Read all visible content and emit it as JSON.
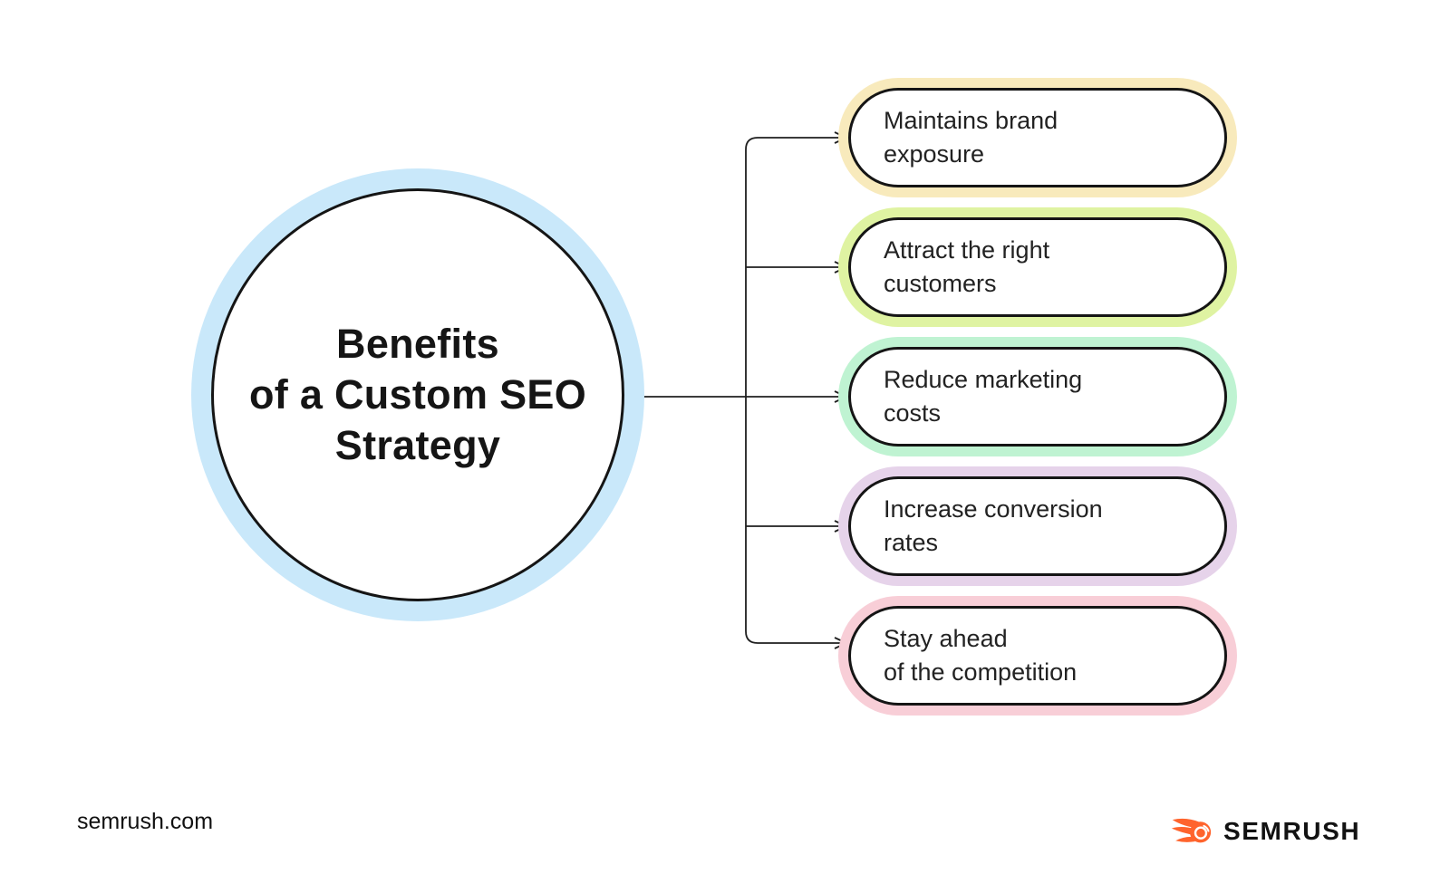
{
  "page": {
    "background": "#ffffff"
  },
  "diagram": {
    "center_node": {
      "title": "Benefits\nof a Custom SEO\nStrategy",
      "halo_color": "#C9E8FA"
    },
    "connector_color": "#1f1f1f",
    "benefits": [
      {
        "label": "Maintains brand\nexposure",
        "halo_color": "#F8EABC"
      },
      {
        "label": "Attract the right\ncustomers",
        "halo_color": "#DFF3A2"
      },
      {
        "label": "Reduce marketing\ncosts",
        "halo_color": "#BFF3D2"
      },
      {
        "label": "Increase conversion\nrates",
        "halo_color": "#E6D3EA"
      },
      {
        "label": "Stay ahead\nof the competition",
        "halo_color": "#F8CED7"
      }
    ]
  },
  "footer": {
    "site_label": "semrush.com",
    "brand_name": "SEMRUSH",
    "brand_color": "#FF642D",
    "brand_text_color": "#121212"
  }
}
